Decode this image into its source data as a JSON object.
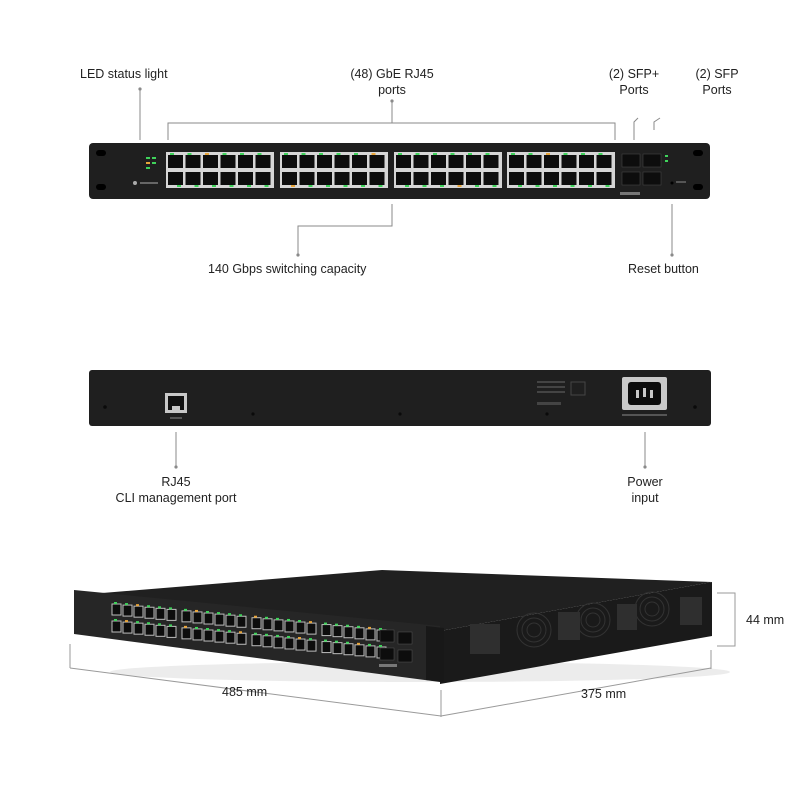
{
  "front_callouts": {
    "led": "LED status light",
    "rj45_ports_line1": "(48) GbE RJ45",
    "rj45_ports_line2": "ports",
    "sfp_plus_line1": "(2) SFP+",
    "sfp_plus_line2": "Ports",
    "sfp_line1": "(2) SFP",
    "sfp_line2": "Ports",
    "switching": "140 Gbps switching capacity",
    "reset": "Reset button"
  },
  "rear_callouts": {
    "rj45_line1": "RJ45",
    "rj45_line2": "CLI management port",
    "power_line1": "Power",
    "power_line2": "input"
  },
  "dimensions": {
    "height": "44 mm",
    "width": "485 mm",
    "depth": "375 mm"
  },
  "colors": {
    "chassis": "#1f1f1f",
    "port": "#0d0d0d",
    "led_green": "#3fd35b",
    "led_amber": "#e8a53a",
    "callout_line": "#8a8a8a"
  },
  "icons": [
    "rack-ear-icon",
    "rj45-port-icon",
    "sfp-cage-icon",
    "power-inlet-icon",
    "fan-vent-icon"
  ]
}
